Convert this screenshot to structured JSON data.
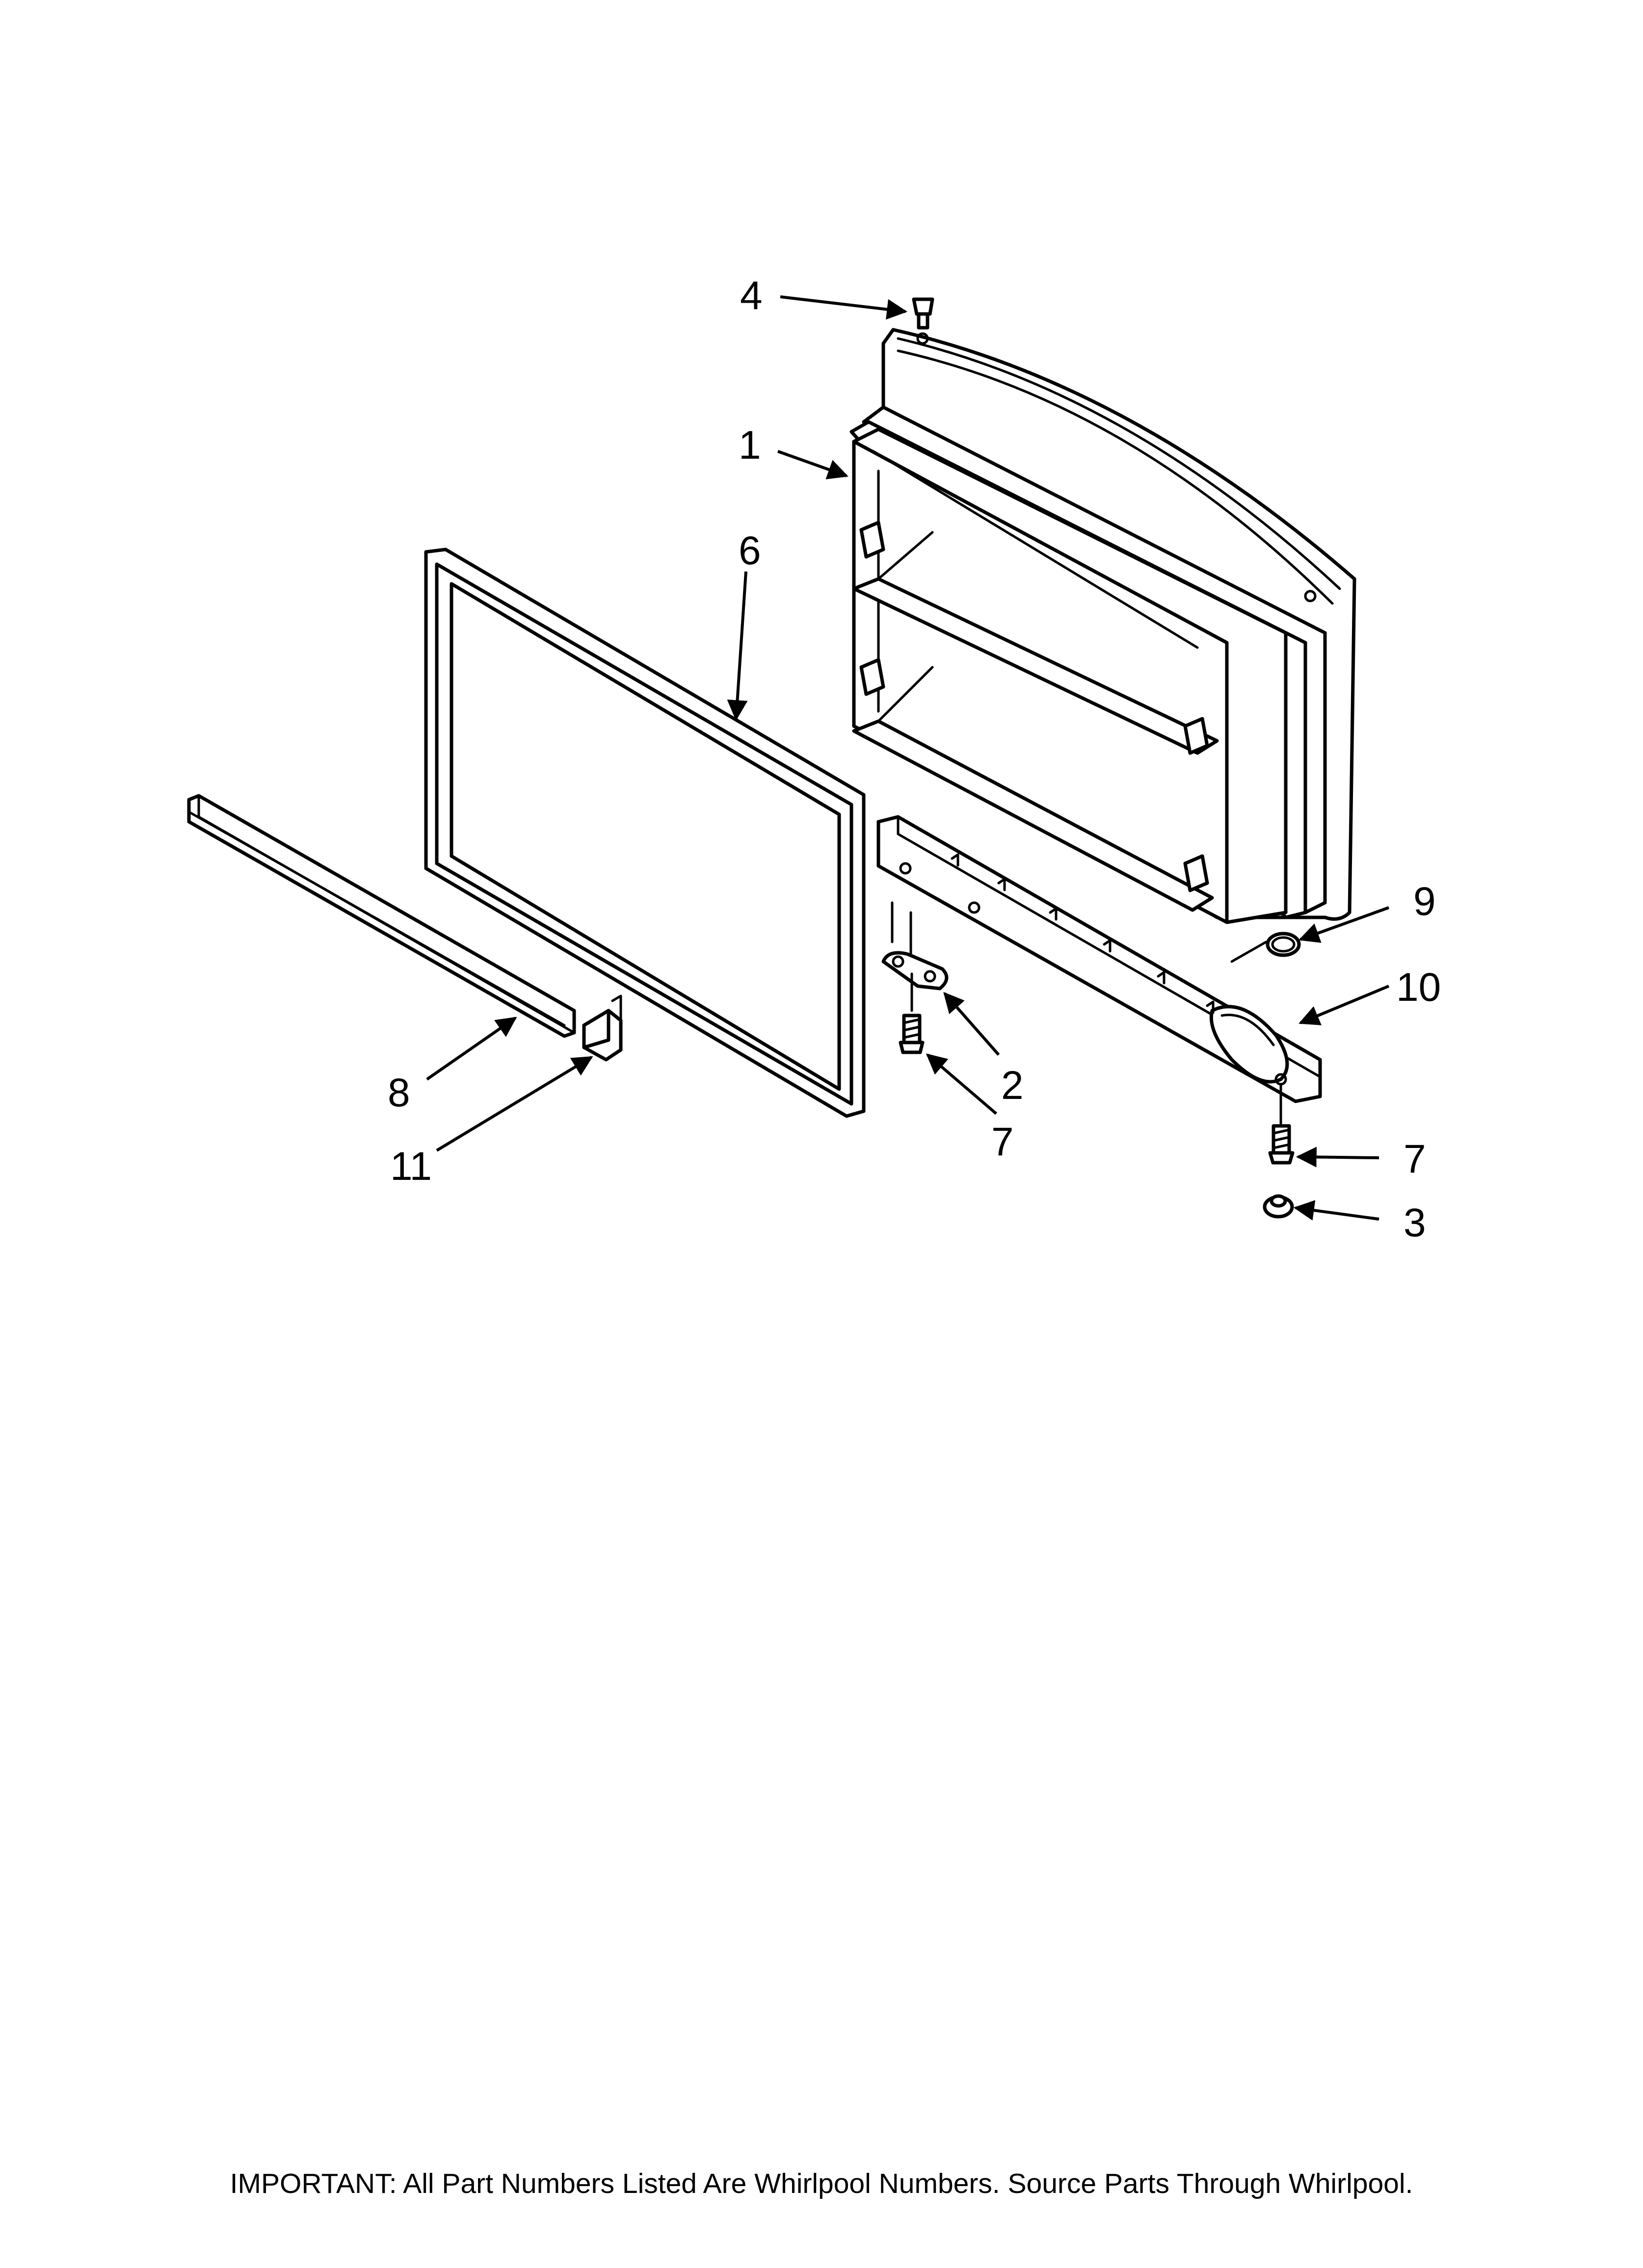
{
  "callouts": [
    {
      "id": "4",
      "label": "4"
    },
    {
      "id": "1",
      "label": "1"
    },
    {
      "id": "6",
      "label": "6"
    },
    {
      "id": "9",
      "label": "9"
    },
    {
      "id": "10",
      "label": "10"
    },
    {
      "id": "2",
      "label": "2"
    },
    {
      "id": "7a",
      "label": "7"
    },
    {
      "id": "7b",
      "label": "7"
    },
    {
      "id": "8",
      "label": "8"
    },
    {
      "id": "11",
      "label": "11"
    },
    {
      "id": "3",
      "label": "3"
    }
  ],
  "footer": {
    "text": "IMPORTANT: All Part Numbers Listed Are Whirlpool Numbers. Source Parts Through Whirlpool."
  },
  "colors": {
    "ink": "#000000",
    "paper": "#ffffff"
  }
}
